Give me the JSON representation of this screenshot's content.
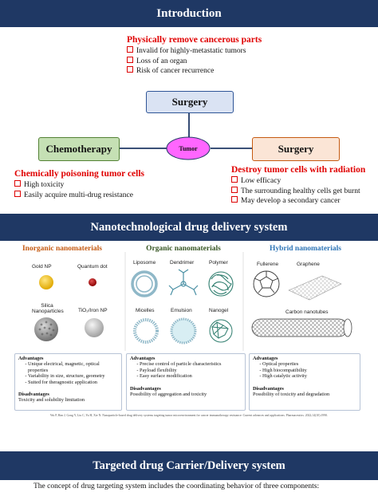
{
  "sections": {
    "intro_title": "Introduction",
    "nano_title": "Nanotechnological drug delivery system",
    "targeted_title": "Targeted drug Carrier/Delivery system"
  },
  "surgery_top": {
    "title": "Physically remove cancerous parts",
    "items": [
      "Invalid for highly-metastatic tumors",
      "Loss of an organ",
      "Risk of cancer recurrence"
    ]
  },
  "chemo": {
    "title": "Chemically poisoning tumor cells",
    "items": [
      "High toxicity",
      "Easily acquire multi-drug resistance"
    ]
  },
  "radiation": {
    "title": "Destroy tumor cells with radiation",
    "items": [
      "Low efficacy",
      "The surrounding healthy cells get burnt",
      "May develop a secondary cancer"
    ]
  },
  "boxes": {
    "surgery_top": "Surgery",
    "chemotherapy": "Chemotherapy",
    "tumor": "Tumor",
    "surgery_right": "Surgery"
  },
  "nanomaterials": {
    "inorganic": {
      "title": "Inorganic nanomaterials",
      "color": "#c55a11",
      "labels": [
        "Gold NP",
        "Quantum dot",
        "Silica Nanoparticles",
        "TiO₂/Iron NP"
      ],
      "advantages_heading": "Advantages",
      "advantages": [
        "Unique electrical, magnetic, optical properties",
        "Variability in size, structure, geometry",
        "Suited for theragnostic application"
      ],
      "disadvantages_heading": "Disadvantages",
      "disadvantages": "Toxicity and solubility limitation"
    },
    "organic": {
      "title": "Organic nanomaterials",
      "color": "#375623",
      "labels": [
        "Liposome",
        "Dendrimer",
        "Polymer",
        "Micelles",
        "Emulsion",
        "Nanogel"
      ],
      "advantages_heading": "Advantages",
      "advantages": [
        "Precise control of particle characteristics",
        "Payload flexibility",
        "Easy surface modification"
      ],
      "disadvantages_heading": "Disadvantages",
      "disadvantages": "Possibility of aggregation and toxicity"
    },
    "hybrid": {
      "title": "Hybrid nanomaterials",
      "color": "#2e75b6",
      "labels": [
        "Fullerene",
        "Graphene",
        "Carbon nanotubes"
      ],
      "advantages_heading": "Advantages",
      "advantages": [
        "Optical properties",
        "High biocompatibility",
        "High catalytic activity"
      ],
      "disadvantages_heading": "Disadvantages",
      "disadvantages": "Possibility of toxicity and degradation"
    }
  },
  "reference": "Wu P, Han J, Gong Y, Liu C, Yu H, Xie N. Nanoparticle-based drug delivery systems targeting tumor microenvironment for cancer immunotherapy resistance: Current advances and applications. Pharmaceutics. 2022;14(10):1990.",
  "targeted": {
    "paragraph": "The concept of drug targeting system includes the coordinating behavior of three components:"
  },
  "colors": {
    "banner": "#1f3864",
    "red": "#e00000",
    "surgery_box": "#dae3f3",
    "chemo_box": "#c5e0b4",
    "tumor_circle": "#ff66ff",
    "surgery_right_box": "#fbe5d6"
  }
}
